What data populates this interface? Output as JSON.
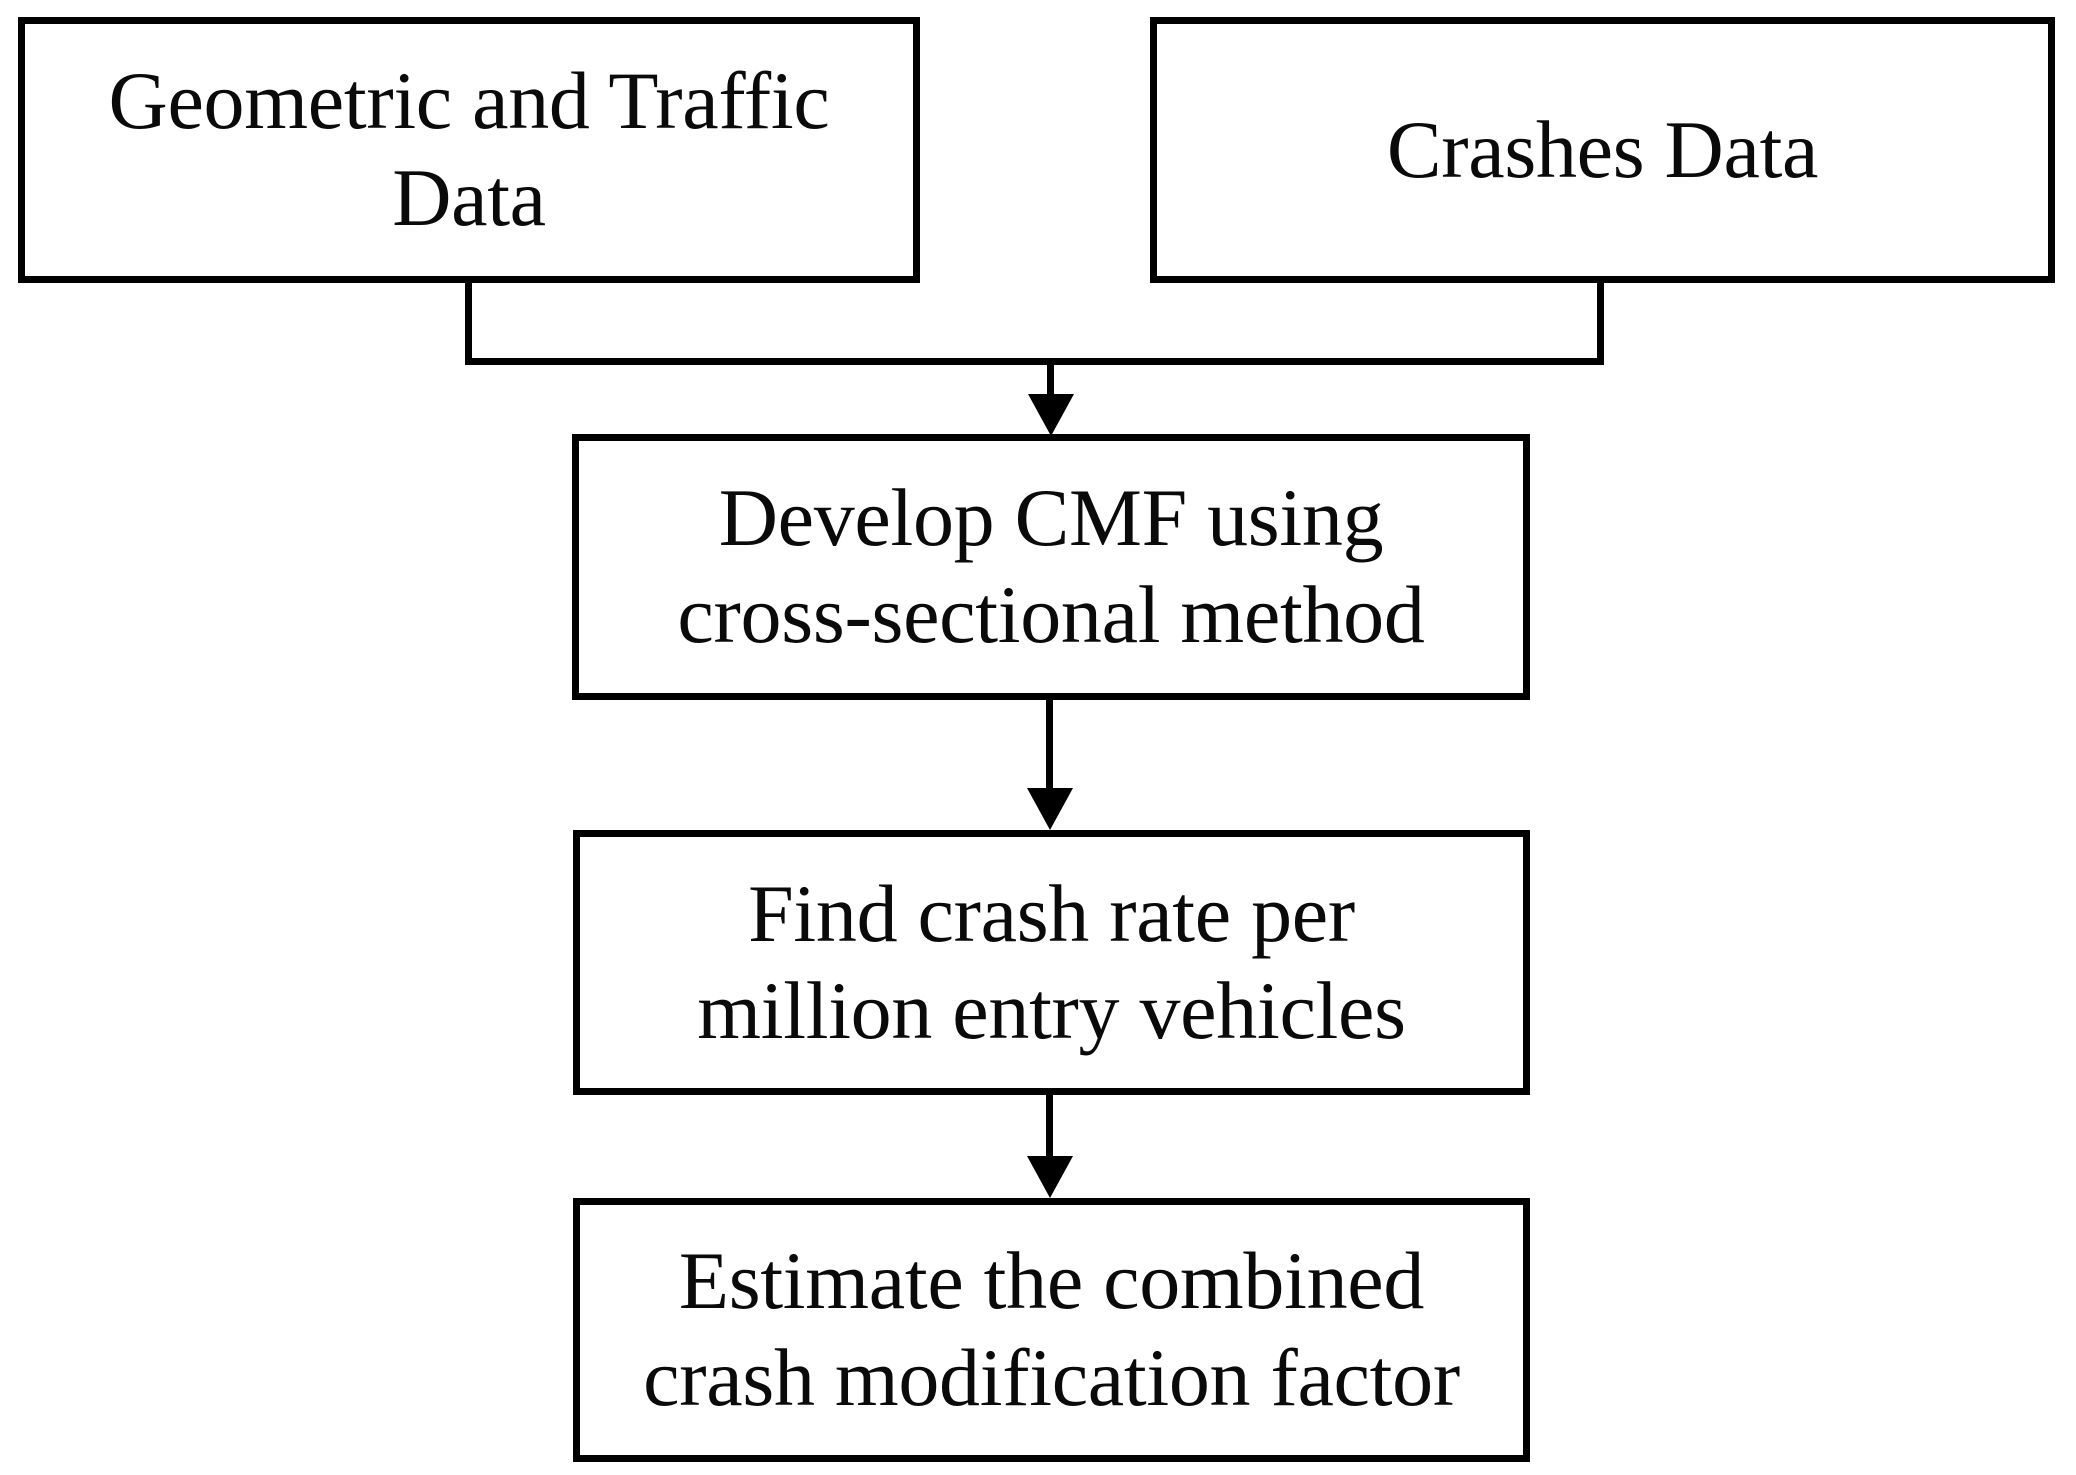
{
  "diagram": {
    "title": "CMF development flowchart",
    "type": "flowchart",
    "orientation": "top-to-bottom",
    "colors": {
      "stroke": "#000000",
      "fill": "#ffffff",
      "text": "#0a0a0a"
    },
    "nodes": [
      {
        "id": "geometric-traffic-data",
        "label": "Geometric and Traffic\nData",
        "shape": "rectangle",
        "role": "input"
      },
      {
        "id": "crashes-data",
        "label": "Crashes Data",
        "shape": "rectangle",
        "role": "input"
      },
      {
        "id": "develop-cmf",
        "label": "Develop CMF using\ncross-sectional method",
        "shape": "rectangle",
        "role": "process"
      },
      {
        "id": "find-crash-rate",
        "label": "Find crash rate per\nmillion entry vehicles",
        "shape": "rectangle",
        "role": "process"
      },
      {
        "id": "estimate-cmf",
        "label": "Estimate the combined\ncrash modification factor",
        "shape": "rectangle",
        "role": "process"
      }
    ],
    "edges": [
      {
        "from": "geometric-traffic-data",
        "to": "develop-cmf",
        "style": "elbow-merge",
        "arrow": true
      },
      {
        "from": "crashes-data",
        "to": "develop-cmf",
        "style": "elbow-merge",
        "arrow": true
      },
      {
        "from": "develop-cmf",
        "to": "find-crash-rate",
        "style": "straight",
        "arrow": true
      },
      {
        "from": "find-crash-rate",
        "to": "estimate-cmf",
        "style": "straight",
        "arrow": true
      }
    ]
  }
}
